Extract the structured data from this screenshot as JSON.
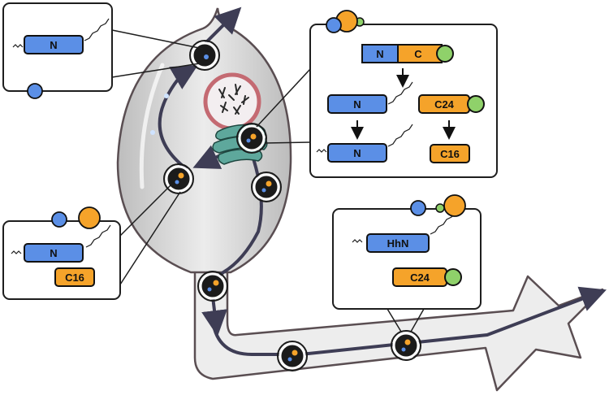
{
  "labels": {
    "n": "N",
    "c": "C",
    "c24": "C24",
    "c16": "C16",
    "hhn": "HhN"
  },
  "colors": {
    "blue": "#5b8fe6",
    "orange": "#f5a32a",
    "green": "#8fd16a",
    "track": "#3e3d55",
    "cell_fill": "#e3e3e3",
    "outline": "#1e1e1e"
  },
  "icons": {
    "nucleus": "nucleus-icon",
    "golgi": "golgi-icon",
    "vesicle": "vesicle-icon",
    "cholesterol_tail": "cholesterol-tail-icon",
    "lipid_tail": "lipid-tail-icon"
  }
}
